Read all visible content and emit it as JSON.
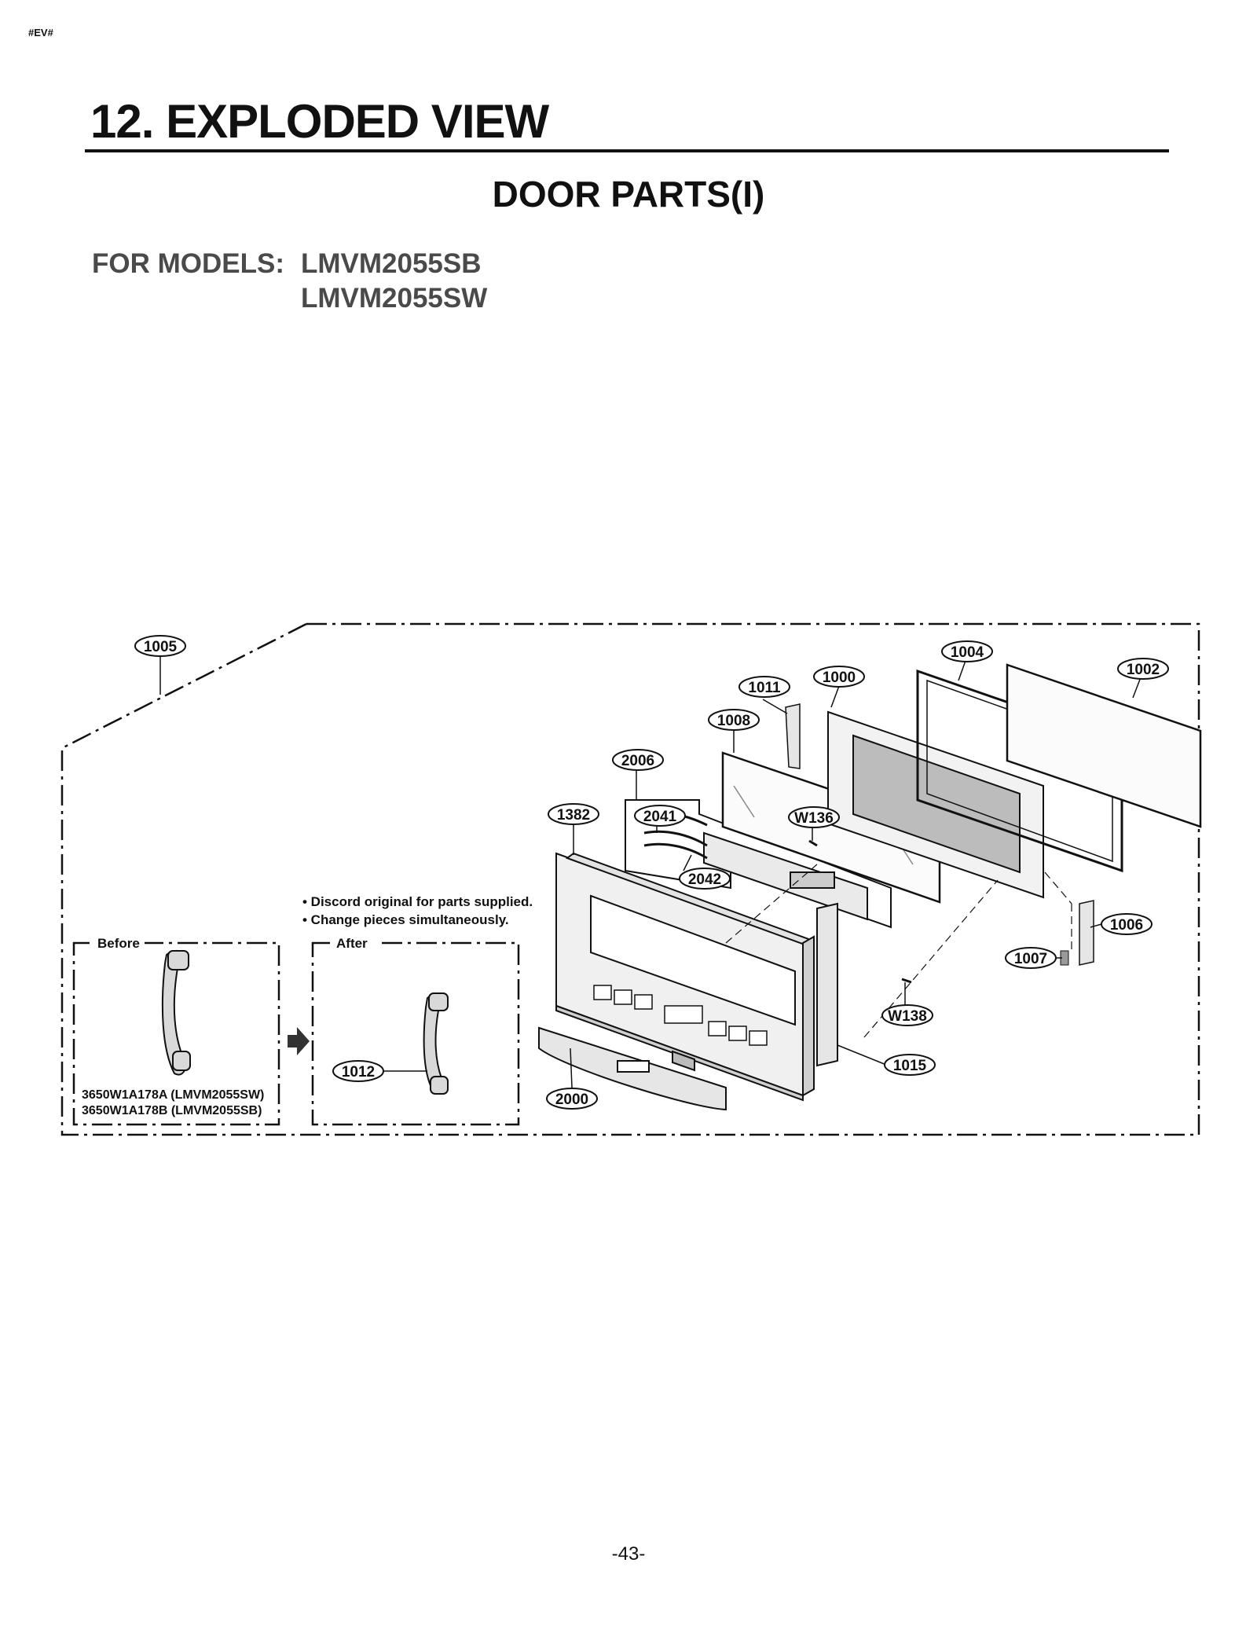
{
  "header": {
    "tag": "#EV#"
  },
  "section_title": "12. EXPLODED VIEW",
  "subtitle": "DOOR PARTS(I)",
  "models": {
    "label": "FOR MODELS:",
    "list": [
      "LMVM2055SB",
      "LMVM2055SW"
    ]
  },
  "callouts": {
    "c1005": "1005",
    "c1004": "1004",
    "c1002": "1002",
    "c1000": "1000",
    "c1011": "1011",
    "c1008": "1008",
    "c2006": "2006",
    "c1382": "1382",
    "c2041": "2041",
    "cW136": "W136",
    "c2042": "2042",
    "c1006": "1006",
    "c1007": "1007",
    "cW138": "W138",
    "c1015": "1015",
    "c2000": "2000",
    "c1012": "1012"
  },
  "notes": [
    "• Discord original for parts supplied.",
    "• Change pieces simultaneously."
  ],
  "before_box": {
    "label": "Before",
    "parts": [
      "3650W1A178A (LMVM2055SW)",
      "3650W1A178B (LMVM2055SB)"
    ]
  },
  "after_box": {
    "label": "After"
  },
  "page_number": "-43-"
}
